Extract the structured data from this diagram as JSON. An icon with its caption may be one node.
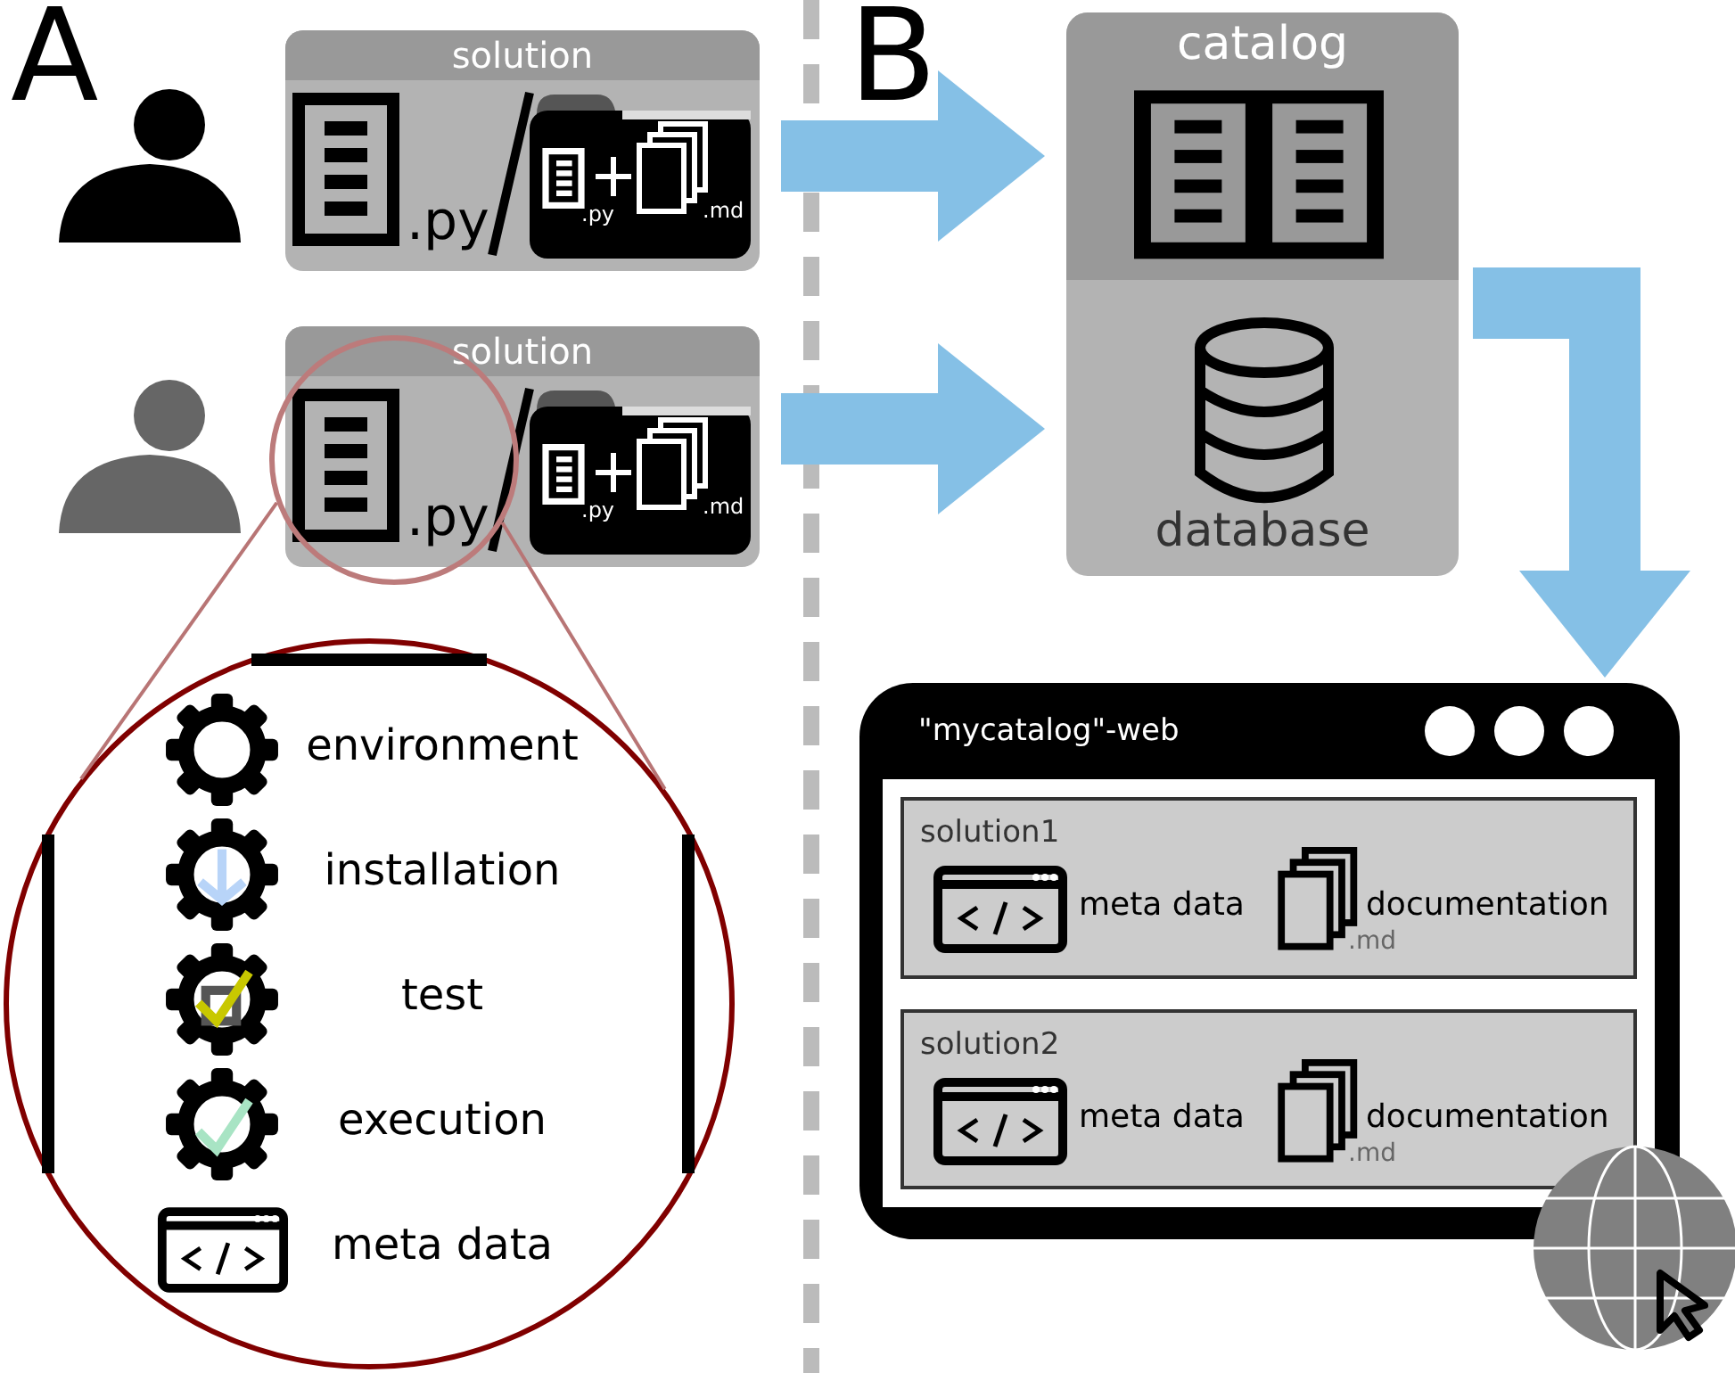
{
  "diagram": {
    "nodes": [
      {
        "text": [
          "solution",
          ".py",
          ".py",
          ".md"
        ]
      },
      {
        "text": [
          "solution",
          ".py",
          ".md"
        ]
      },
      {
        "text": [
          ".py"
        ]
      },
      {
        "text": [
          "catalog",
          "database"
        ]
      },
      {
        "text": [
          "environment",
          "installation",
          "test",
          "execution",
          "meta data"
        ]
      },
      {
        "text": [
          "\"mycatalog\"-web"
        ]
      },
      {
        "text": [
          "solution1",
          "meta data",
          "documentation",
          ".md"
        ],
        "in": 5
      },
      {
        "text": [
          "solution2",
          "meta data",
          "documentation",
          ".md"
        ],
        "in": 5
      }
    ],
    "edges": [
      {
        "from": 0,
        "to": 3,
        "arrow": "to"
      },
      {
        "from": 1,
        "to": 3,
        "arrow": "to"
      },
      {
        "from": 3,
        "to": 5,
        "arrow": "to"
      },
      {
        "from": 2,
        "to": 4,
        "arrow": "none",
        "color": "#b87575"
      },
      {
        "from": 2,
        "to": 4,
        "arrow": "none",
        "color": "#b87575"
      }
    ],
    "labels": [
      "A",
      "B"
    ]
  }
}
